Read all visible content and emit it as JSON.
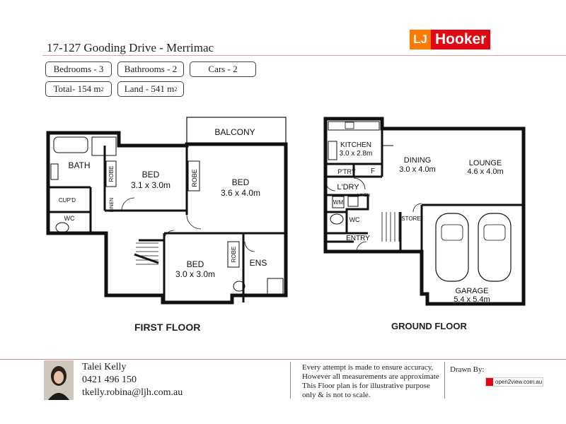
{
  "header": {
    "address": "17-127 Gooding Drive - Merrimac",
    "logo_mark": "LJ",
    "logo_name": "Hooker"
  },
  "facts": {
    "bedrooms": "Bedrooms - 3",
    "bathrooms": "Bathrooms - 2",
    "cars": "Cars - 2",
    "total_prefix": "Total-  154  m",
    "land_prefix": "Land -  541  m",
    "sq": "2"
  },
  "first_floor": {
    "label": "FIRST FLOOR",
    "rooms": {
      "balcony": "BALCONY",
      "bath": "BATH",
      "robe1": "ROBE",
      "bed1": "BED",
      "bed1_dim": "3.1 x 3.0m",
      "robe2": "ROBE",
      "bed2": "BED",
      "bed2_dim": "3.6 x 4.0m",
      "cupd": "CUP'D",
      "linen": "LINEN",
      "wc": "WC",
      "bed3": "BED",
      "bed3_dim": "3.0 x 3.0m",
      "robe3": "ROBE",
      "ens": "ENS"
    }
  },
  "ground_floor": {
    "label": "GROUND FLOOR",
    "rooms": {
      "kitchen": "KITCHEN",
      "kitchen_dim": "3.0 x 2.8m",
      "ptry": "P'TRY",
      "f": "F",
      "dining": "DINING",
      "dining_dim": "3.0 x 4.0m",
      "lounge": "LOUNGE",
      "lounge_dim": "4.6 x 4.0m",
      "ldry": "L'DRY",
      "wm": "WM",
      "linen": "LINEN",
      "wc": "WC",
      "store": "STORE",
      "entry": "ENTRY",
      "garage": "GARAGE",
      "garage_dim": "5.4 x 5.4m"
    }
  },
  "agent": {
    "name": "Talei Kelly",
    "phone": "0421 496 150",
    "email": "tkelly.robina@ljh.com.au"
  },
  "disclaimer": {
    "line1": "Every  attempt is made to ensure accuracy,",
    "line2": "However all measurements are approximate",
    "line3": "This Floor plan is for illustrative purpose",
    "line4": "only & is not to scale."
  },
  "drawn_by": {
    "label": "Drawn By:",
    "brand": "open2view.com.au"
  },
  "colors": {
    "brand_red": "#e30613",
    "brand_orange": "#ff7a00",
    "wall": "#111111"
  }
}
